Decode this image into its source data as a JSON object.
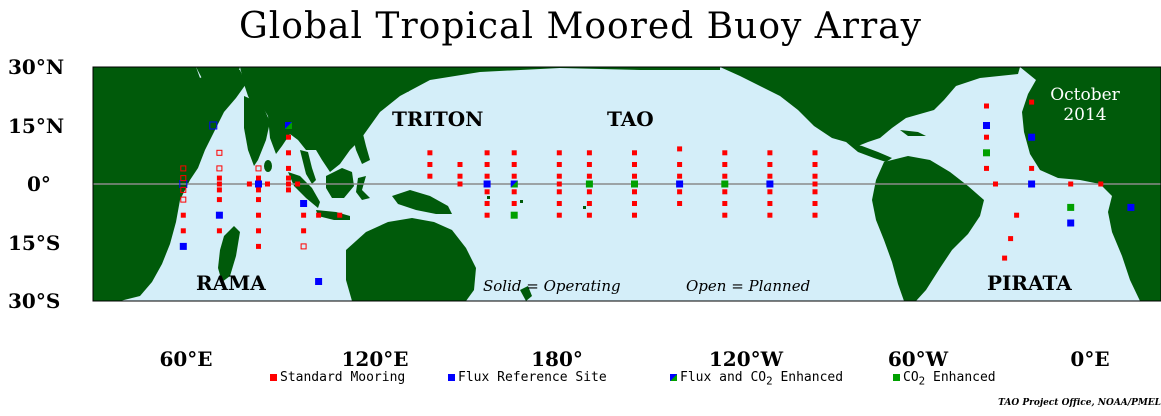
{
  "title": "Global Tropical Moored Buoy Array",
  "date": [
    "October",
    "2014"
  ],
  "lat_labels": [
    "30°N",
    "15°N",
    "0°",
    "15°S",
    "30°S"
  ],
  "lon_labels": [
    "60°E",
    "120°E",
    "180°",
    "120°W",
    "60°W",
    "0°E"
  ],
  "regions": {
    "triton": "TRITON",
    "tao": "TAO",
    "rama": "RAMA",
    "pirata": "PIRATA"
  },
  "note_solid": "Solid = Operating",
  "note_open": "Open = Planned",
  "legend": {
    "standard": "Standard Mooring",
    "flux": "Flux Reference Site",
    "flux_co2_a": "Flux and CO",
    "flux_co2_sub": "2",
    "flux_co2_b": " Enhanced",
    "co2_a": "CO",
    "co2_sub": "2",
    "co2_b": " Enhanced"
  },
  "credit": "TAO Project Office, NOAA/PMEL",
  "colors": {
    "ocean": "#d4eef9",
    "land": "#005a0a",
    "standard": "#ff0000",
    "flux": "#0000ff",
    "co2": "#00a000"
  },
  "map_extent": {
    "lon_min": 25,
    "lon_max": 380,
    "lat_min": -30,
    "lat_max": 30
  },
  "moorings": [
    {
      "lon": 55,
      "lat": -8,
      "type": "standard"
    },
    {
      "lon": 55,
      "lat": -12,
      "type": "standard"
    },
    {
      "lon": 55,
      "lat": -16,
      "type": "flux"
    },
    {
      "lon": 55,
      "lat": 0,
      "type": "flux",
      "open": true
    },
    {
      "lon": 55,
      "lat": 1.5,
      "type": "standard",
      "open": true
    },
    {
      "lon": 55,
      "lat": 4,
      "type": "standard",
      "open": true
    },
    {
      "lon": 55,
      "lat": -1.5,
      "type": "standard",
      "open": true
    },
    {
      "lon": 55,
      "lat": -4,
      "type": "standard",
      "open": true
    },
    {
      "lon": 65,
      "lat": 15,
      "type": "flux",
      "open": true
    },
    {
      "lon": 67,
      "lat": 8,
      "type": "standard",
      "open": true
    },
    {
      "lon": 67,
      "lat": 4,
      "type": "standard",
      "open": true
    },
    {
      "lon": 67,
      "lat": 1.5,
      "type": "standard"
    },
    {
      "lon": 67,
      "lat": 0,
      "type": "standard"
    },
    {
      "lon": 67,
      "lat": -1.5,
      "type": "standard"
    },
    {
      "lon": 67,
      "lat": -4,
      "type": "standard"
    },
    {
      "lon": 67,
      "lat": -8,
      "type": "flux"
    },
    {
      "lon": 67,
      "lat": -12,
      "type": "standard"
    },
    {
      "lon": 77,
      "lat": 0,
      "type": "standard"
    },
    {
      "lon": 80,
      "lat": 4,
      "type": "standard",
      "open": true
    },
    {
      "lon": 80,
      "lat": 1.5,
      "type": "standard"
    },
    {
      "lon": 80,
      "lat": 0,
      "type": "flux"
    },
    {
      "lon": 80,
      "lat": -1.5,
      "type": "standard"
    },
    {
      "lon": 80,
      "lat": -4,
      "type": "standard"
    },
    {
      "lon": 80,
      "lat": -8,
      "type": "standard"
    },
    {
      "lon": 80,
      "lat": -12,
      "type": "standard"
    },
    {
      "lon": 80,
      "lat": -16,
      "type": "standard"
    },
    {
      "lon": 83,
      "lat": 0,
      "type": "standard"
    },
    {
      "lon": 90,
      "lat": 15,
      "type": "flux_co2"
    },
    {
      "lon": 90,
      "lat": 12,
      "type": "standard"
    },
    {
      "lon": 90,
      "lat": 8,
      "type": "standard"
    },
    {
      "lon": 90,
      "lat": 4,
      "type": "standard"
    },
    {
      "lon": 90,
      "lat": 1.5,
      "type": "standard"
    },
    {
      "lon": 90,
      "lat": 0,
      "type": "standard"
    },
    {
      "lon": 90,
      "lat": -1.5,
      "type": "standard"
    },
    {
      "lon": 93,
      "lat": 0,
      "type": "standard"
    },
    {
      "lon": 95,
      "lat": -5,
      "type": "flux"
    },
    {
      "lon": 95,
      "lat": -8,
      "type": "standard"
    },
    {
      "lon": 95,
      "lat": -12,
      "type": "standard"
    },
    {
      "lon": 95,
      "lat": -16,
      "type": "standard",
      "open": true
    },
    {
      "lon": 100,
      "lat": -8,
      "type": "standard"
    },
    {
      "lon": 100,
      "lat": -25,
      "type": "flux"
    },
    {
      "lon": 107,
      "lat": -8,
      "type": "standard"
    },
    {
      "lon": 137,
      "lat": 8,
      "type": "standard"
    },
    {
      "lon": 137,
      "lat": 5,
      "type": "standard"
    },
    {
      "lon": 137,
      "lat": 2,
      "type": "standard"
    },
    {
      "lon": 147,
      "lat": 5,
      "type": "standard"
    },
    {
      "lon": 147,
      "lat": 2,
      "type": "standard"
    },
    {
      "lon": 147,
      "lat": 0,
      "type": "standard"
    },
    {
      "lon": 156,
      "lat": 8,
      "type": "standard"
    },
    {
      "lon": 156,
      "lat": 5,
      "type": "standard"
    },
    {
      "lon": 156,
      "lat": 2,
      "type": "standard"
    },
    {
      "lon": 156,
      "lat": 0,
      "type": "flux"
    },
    {
      "lon": 156,
      "lat": -2,
      "type": "standard"
    },
    {
      "lon": 156,
      "lat": -5,
      "type": "standard"
    },
    {
      "lon": 156,
      "lat": -8,
      "type": "standard"
    },
    {
      "lon": 165,
      "lat": 8,
      "type": "standard"
    },
    {
      "lon": 165,
      "lat": 5,
      "type": "standard"
    },
    {
      "lon": 165,
      "lat": 2,
      "type": "standard"
    },
    {
      "lon": 165,
      "lat": 0,
      "type": "flux_co2"
    },
    {
      "lon": 165,
      "lat": -2,
      "type": "standard"
    },
    {
      "lon": 165,
      "lat": -5,
      "type": "standard"
    },
    {
      "lon": 165,
      "lat": -8,
      "type": "co2"
    },
    {
      "lon": 180,
      "lat": 8,
      "type": "standard"
    },
    {
      "lon": 180,
      "lat": 5,
      "type": "standard"
    },
    {
      "lon": 180,
      "lat": 2,
      "type": "standard"
    },
    {
      "lon": 180,
      "lat": 0,
      "type": "standard"
    },
    {
      "lon": 180,
      "lat": -2,
      "type": "standard"
    },
    {
      "lon": 180,
      "lat": -5,
      "type": "standard"
    },
    {
      "lon": 180,
      "lat": -8,
      "type": "standard"
    },
    {
      "lon": 190,
      "lat": 8,
      "type": "standard"
    },
    {
      "lon": 190,
      "lat": 5,
      "type": "standard"
    },
    {
      "lon": 190,
      "lat": 2,
      "type": "standard"
    },
    {
      "lon": 190,
      "lat": 0,
      "type": "co2"
    },
    {
      "lon": 190,
      "lat": -2,
      "type": "standard"
    },
    {
      "lon": 190,
      "lat": -5,
      "type": "standard"
    },
    {
      "lon": 190,
      "lat": -8,
      "type": "standard"
    },
    {
      "lon": 205,
      "lat": 8,
      "type": "standard"
    },
    {
      "lon": 205,
      "lat": 5,
      "type": "standard"
    },
    {
      "lon": 205,
      "lat": 2,
      "type": "standard"
    },
    {
      "lon": 205,
      "lat": 0,
      "type": "co2"
    },
    {
      "lon": 205,
      "lat": -2,
      "type": "standard"
    },
    {
      "lon": 205,
      "lat": -5,
      "type": "standard"
    },
    {
      "lon": 205,
      "lat": -8,
      "type": "standard"
    },
    {
      "lon": 220,
      "lat": 9,
      "type": "standard"
    },
    {
      "lon": 220,
      "lat": 5,
      "type": "standard"
    },
    {
      "lon": 220,
      "lat": 2,
      "type": "standard"
    },
    {
      "lon": 220,
      "lat": 0,
      "type": "flux"
    },
    {
      "lon": 220,
      "lat": -2,
      "type": "standard"
    },
    {
      "lon": 220,
      "lat": -5,
      "type": "standard"
    },
    {
      "lon": 235,
      "lat": 8,
      "type": "standard"
    },
    {
      "lon": 235,
      "lat": 5,
      "type": "standard"
    },
    {
      "lon": 235,
      "lat": 2,
      "type": "standard"
    },
    {
      "lon": 235,
      "lat": 0,
      "type": "co2"
    },
    {
      "lon": 235,
      "lat": -2,
      "type": "standard"
    },
    {
      "lon": 235,
      "lat": -5,
      "type": "standard"
    },
    {
      "lon": 235,
      "lat": -8,
      "type": "standard"
    },
    {
      "lon": 250,
      "lat": 8,
      "type": "standard"
    },
    {
      "lon": 250,
      "lat": 5,
      "type": "standard"
    },
    {
      "lon": 250,
      "lat": 2,
      "type": "standard"
    },
    {
      "lon": 250,
      "lat": 0,
      "type": "flux"
    },
    {
      "lon": 250,
      "lat": -2,
      "type": "standard"
    },
    {
      "lon": 250,
      "lat": -5,
      "type": "standard"
    },
    {
      "lon": 250,
      "lat": -8,
      "type": "standard"
    },
    {
      "lon": 265,
      "lat": 8,
      "type": "standard"
    },
    {
      "lon": 265,
      "lat": 5,
      "type": "standard"
    },
    {
      "lon": 265,
      "lat": 2,
      "type": "standard"
    },
    {
      "lon": 265,
      "lat": 0,
      "type": "standard"
    },
    {
      "lon": 265,
      "lat": -2,
      "type": "standard"
    },
    {
      "lon": 265,
      "lat": -5,
      "type": "standard"
    },
    {
      "lon": 265,
      "lat": -8,
      "type": "standard"
    },
    {
      "lon": 322,
      "lat": 20,
      "type": "standard"
    },
    {
      "lon": 322,
      "lat": 15,
      "type": "flux"
    },
    {
      "lon": 322,
      "lat": 12,
      "type": "standard"
    },
    {
      "lon": 322,
      "lat": 8,
      "type": "co2"
    },
    {
      "lon": 322,
      "lat": 4,
      "type": "standard"
    },
    {
      "lon": 325,
      "lat": 0,
      "type": "standard"
    },
    {
      "lon": 328,
      "lat": -19,
      "type": "standard"
    },
    {
      "lon": 330,
      "lat": -14,
      "type": "standard"
    },
    {
      "lon": 332,
      "lat": -8,
      "type": "standard"
    },
    {
      "lon": 337,
      "lat": 21,
      "type": "standard"
    },
    {
      "lon": 337,
      "lat": 12,
      "type": "flux"
    },
    {
      "lon": 337,
      "lat": 4,
      "type": "standard"
    },
    {
      "lon": 337,
      "lat": 0,
      "type": "flux"
    },
    {
      "lon": 350,
      "lat": 0,
      "type": "standard"
    },
    {
      "lon": 350,
      "lat": -6,
      "type": "co2"
    },
    {
      "lon": 350,
      "lat": -10,
      "type": "flux"
    },
    {
      "lon": 360,
      "lat": 0,
      "type": "standard"
    },
    {
      "lon": 370,
      "lat": -6,
      "type": "flux"
    }
  ]
}
